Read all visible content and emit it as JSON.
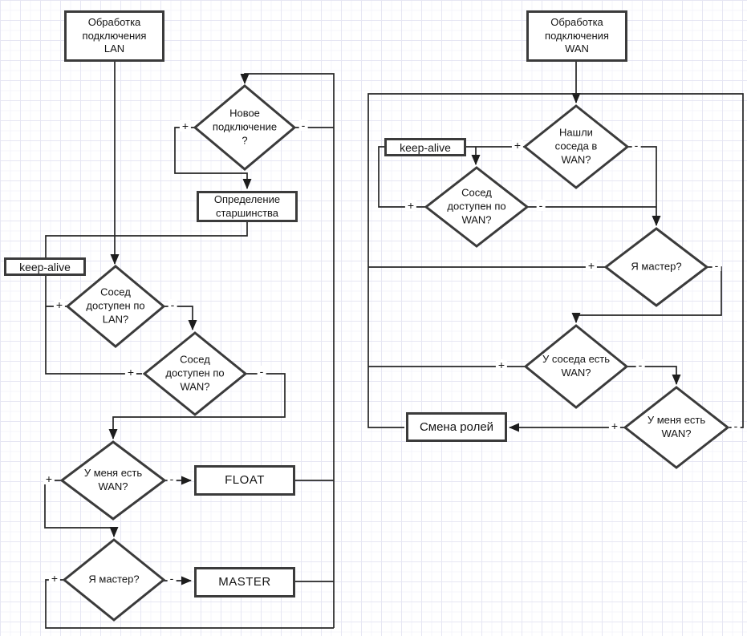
{
  "lan": {
    "start": "Обработка\nподключения\nLAN",
    "new_connection": "Новое\nподключение\n?",
    "seniority": "Определение\nстаршинства",
    "keep_alive": "keep-alive",
    "neighbor_lan": "Сосед\nдоступен по\nLAN?",
    "neighbor_wan": "Сосед\nдоступен по\nWAN?",
    "have_wan": "У меня есть\nWAN?",
    "float": "FLOAT",
    "am_master": "Я мастер?",
    "master": "MASTER"
  },
  "wan": {
    "start": "Обработка\nподключения\nWAN",
    "found_neighbor": "Нашли\nсоседа в\nWAN?",
    "keep_alive": "keep-alive",
    "neighbor_reachable": "Сосед\nдоступен по\nWAN?",
    "am_master": "Я мастер?",
    "neighbor_has_wan": "У соседа есть\nWAN?",
    "have_wan": "У меня есть\nWAN?",
    "change_roles": "Смена ролей"
  },
  "branch": {
    "plus": "+",
    "minus": "-"
  },
  "colors": {
    "node_stroke": "#3b3b3b",
    "connector": "#262626",
    "grid_major": "#e6e6f3",
    "grid_minor": "#f4f4fb",
    "background": "#ffffff"
  }
}
